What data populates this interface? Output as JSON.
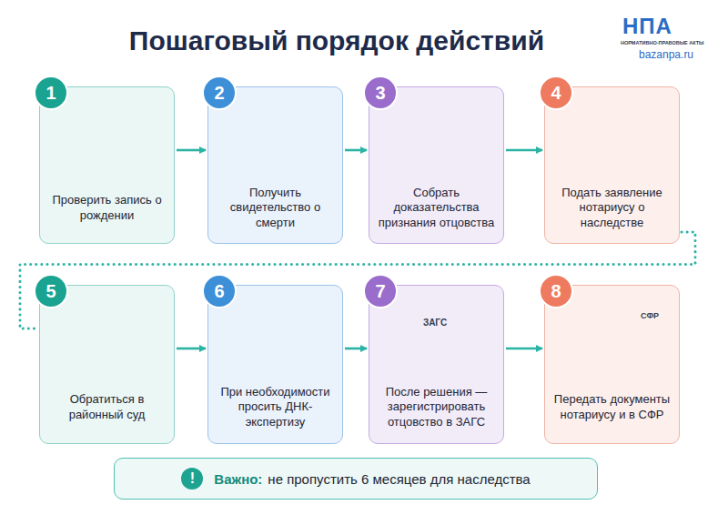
{
  "diagram": {
    "title": "Пошаговый порядок действий",
    "nodes": [
      {
        "text": [
          "1",
          "Проверить запись о рождении"
        ]
      },
      {
        "text": [
          "2",
          "Получить свидетельство о смерти"
        ]
      },
      {
        "text": [
          "3",
          "Собрать доказательства признания отцовства"
        ]
      },
      {
        "text": [
          "4",
          "Подать заявление нотариусу о наследстве"
        ]
      },
      {
        "text": [
          "5",
          "Обратиться в районный суд"
        ]
      },
      {
        "text": [
          "6",
          "При необходимости просить ДНК-экспертизу"
        ]
      },
      {
        "text": [
          "7",
          "После решения — зарегистрировать отцовство в ЗАГС"
        ]
      },
      {
        "text": [
          "8",
          "Передать документы нотариусу и в СФР"
        ]
      },
      {
        "text": [
          "!",
          "Важно:",
          "не пропустить 6 месяцев для наследства"
        ]
      }
    ],
    "edges": [
      {
        "from": 0,
        "to": 1,
        "arrow": "to"
      },
      {
        "from": 1,
        "to": 2,
        "arrow": "to"
      },
      {
        "from": 2,
        "to": 3,
        "arrow": "to"
      },
      {
        "from": 3,
        "to": 4,
        "arrow": "none"
      },
      {
        "from": 4,
        "to": 5,
        "arrow": "to"
      },
      {
        "from": 5,
        "to": 6,
        "arrow": "to"
      },
      {
        "from": 6,
        "to": 7,
        "arrow": "to"
      }
    ],
    "labels": [
      "НПА",
      "НОРМАТИВНО-ПРАВОВЫЕ АКТЫ",
      "bazanpa.ru",
      "ЗАГС",
      "СФР"
    ]
  }
}
